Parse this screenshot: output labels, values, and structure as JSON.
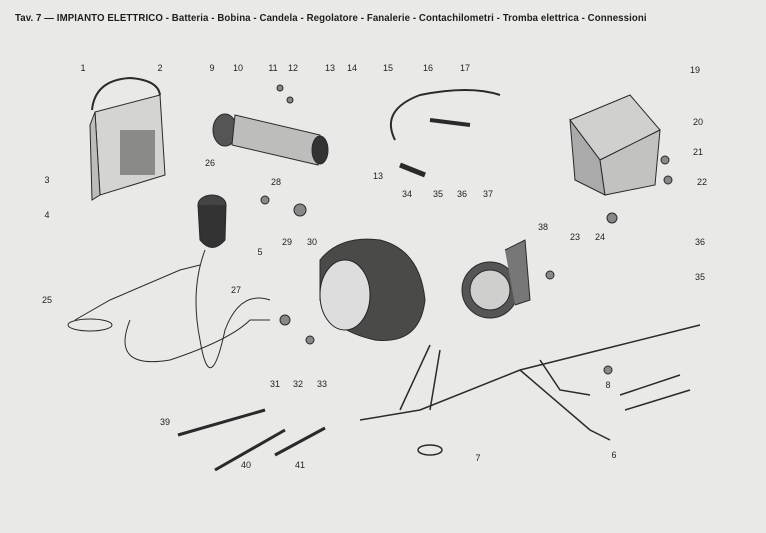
{
  "title": "Tav. 7 — IMPIANTO ELETTRICO - Batteria - Bobina - Candela - Regolatore - Fanalerie - Contachilometri - Tromba elettrica - Connessioni",
  "labels": [
    "1",
    "2",
    "3",
    "4",
    "9",
    "10",
    "11",
    "12",
    "13",
    "14",
    "15",
    "16",
    "17",
    "19",
    "20",
    "21",
    "22",
    "13",
    "26",
    "28",
    "5",
    "34",
    "35",
    "36",
    "37",
    "38",
    "36",
    "35",
    "23",
    "24",
    "25",
    "29",
    "30",
    "27",
    "31",
    "32",
    "33",
    "8",
    "39",
    "40",
    "41",
    "7",
    "6"
  ]
}
